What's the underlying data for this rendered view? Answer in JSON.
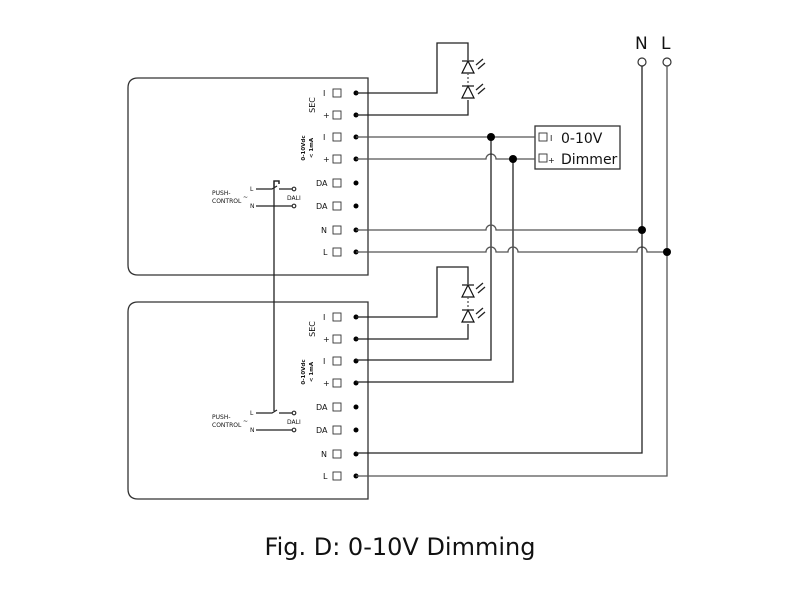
{
  "caption": "Fig. D: 0-10V Dimming",
  "mains": {
    "n_label": "N",
    "l_label": "L"
  },
  "dimmer": {
    "line1": "0-10V",
    "line2": "Dimmer",
    "minus_symbol": "I",
    "plus_symbol": "+"
  },
  "driver": {
    "sec_label": "SEC",
    "dim_label_1": "0-10Vdc",
    "dim_label_2": "< 1mA",
    "terminals": [
      "I",
      "+",
      "I",
      "+",
      "DA",
      "DA",
      "N",
      "L"
    ],
    "push_control_1": "PUSH-",
    "push_control_2": "CONTROL",
    "push_l": "L",
    "push_n": "N",
    "push_tilde": "~",
    "dali_label": "DALI"
  },
  "drivers_count": 2
}
